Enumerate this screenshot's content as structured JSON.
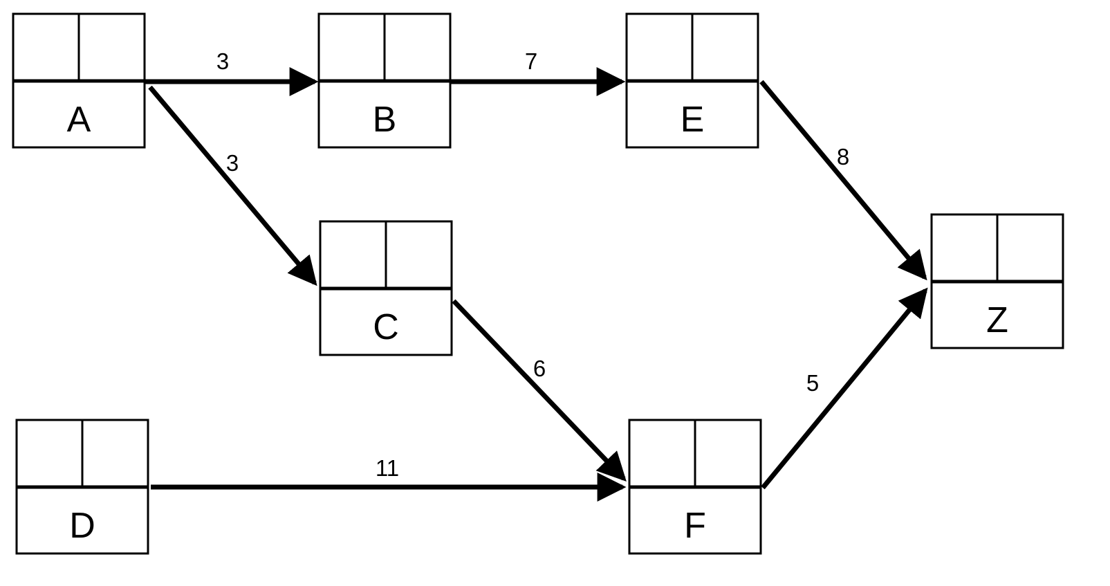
{
  "nodes": [
    {
      "id": "A",
      "label": "A"
    },
    {
      "id": "B",
      "label": "B"
    },
    {
      "id": "E",
      "label": "E"
    },
    {
      "id": "C",
      "label": "C"
    },
    {
      "id": "D",
      "label": "D"
    },
    {
      "id": "F",
      "label": "F"
    },
    {
      "id": "Z",
      "label": "Z"
    }
  ],
  "edges": [
    {
      "from": "A",
      "to": "B",
      "weight": "3"
    },
    {
      "from": "A",
      "to": "C",
      "weight": "3"
    },
    {
      "from": "B",
      "to": "E",
      "weight": "7"
    },
    {
      "from": "E",
      "to": "Z",
      "weight": "8"
    },
    {
      "from": "C",
      "to": "F",
      "weight": "6"
    },
    {
      "from": "D",
      "to": "F",
      "weight": "11"
    },
    {
      "from": "F",
      "to": "Z",
      "weight": "5"
    }
  ]
}
